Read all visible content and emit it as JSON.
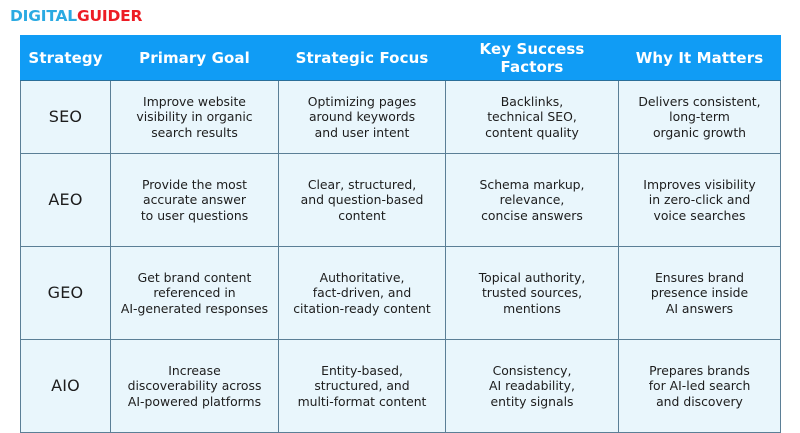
{
  "logo": {
    "part_a": "DIGITAL",
    "part_b": "GUIDER",
    "color_a": "#2BAAE2",
    "color_b": "#ED1C24"
  },
  "theme": {
    "header_bg": "#109CF5",
    "header_text": "#FFFFFF",
    "cell_bg": "#E9F6FC",
    "cell_text": "#1D1D1D",
    "border": "#5B7F96",
    "page_bg": "#FFFFFF"
  },
  "table": {
    "headers": [
      "Strategy",
      "Primary Goal",
      "Strategic Focus",
      "Key Success Factors",
      "Why It Matters"
    ],
    "rows": [
      {
        "strategy": "SEO",
        "primary_goal": [
          "Improve website",
          "visibility in organic",
          "search results"
        ],
        "strategic_focus": [
          "Optimizing pages",
          "around keywords",
          "and user intent"
        ],
        "key_success_factors": [
          "Backlinks,",
          "technical SEO,",
          "content quality"
        ],
        "why_it_matters": [
          "Delivers consistent,",
          "long-term",
          "organic growth"
        ]
      },
      {
        "strategy": "AEO",
        "primary_goal": [
          "Provide the most",
          "accurate answer",
          "to user questions"
        ],
        "strategic_focus": [
          "Clear, structured,",
          "and question-based",
          "content"
        ],
        "key_success_factors": [
          "Schema markup,",
          "relevance,",
          "concise answers"
        ],
        "why_it_matters": [
          "Improves visibility",
          "in zero-click and",
          "voice searches"
        ]
      },
      {
        "strategy": "GEO",
        "primary_goal": [
          "Get brand content",
          "referenced in",
          "AI-generated responses"
        ],
        "strategic_focus": [
          "Authoritative,",
          "fact-driven, and",
          "citation-ready content"
        ],
        "key_success_factors": [
          "Topical authority,",
          "trusted sources,",
          "mentions"
        ],
        "why_it_matters": [
          "Ensures brand",
          "presence inside",
          "AI answers"
        ]
      },
      {
        "strategy": "AIO",
        "primary_goal": [
          "Increase",
          "discoverability across",
          "AI-powered platforms"
        ],
        "strategic_focus": [
          "Entity-based,",
          "structured, and",
          "multi-format content"
        ],
        "key_success_factors": [
          "Consistency,",
          "AI readability,",
          "entity signals"
        ],
        "why_it_matters": [
          "Prepares brands",
          "for AI-led search",
          "and discovery"
        ]
      }
    ]
  }
}
